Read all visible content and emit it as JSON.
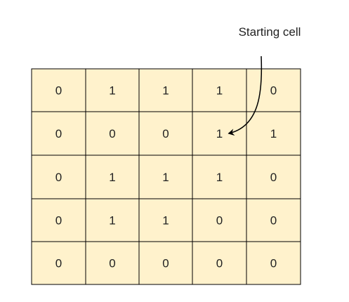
{
  "annotation": {
    "label": "Starting cell",
    "target_row": 1,
    "target_col": 3
  },
  "grid": {
    "rows": [
      [
        "0",
        "1",
        "1",
        "1",
        "0"
      ],
      [
        "0",
        "0",
        "0",
        "1",
        "1"
      ],
      [
        "0",
        "1",
        "1",
        "1",
        "0"
      ],
      [
        "0",
        "1",
        "1",
        "0",
        "0"
      ],
      [
        "0",
        "0",
        "0",
        "0",
        "0"
      ]
    ]
  },
  "colors": {
    "cell_fill": "#fff2cc",
    "cell_border": "#000000",
    "text": "#222222",
    "arrow": "#000000"
  }
}
